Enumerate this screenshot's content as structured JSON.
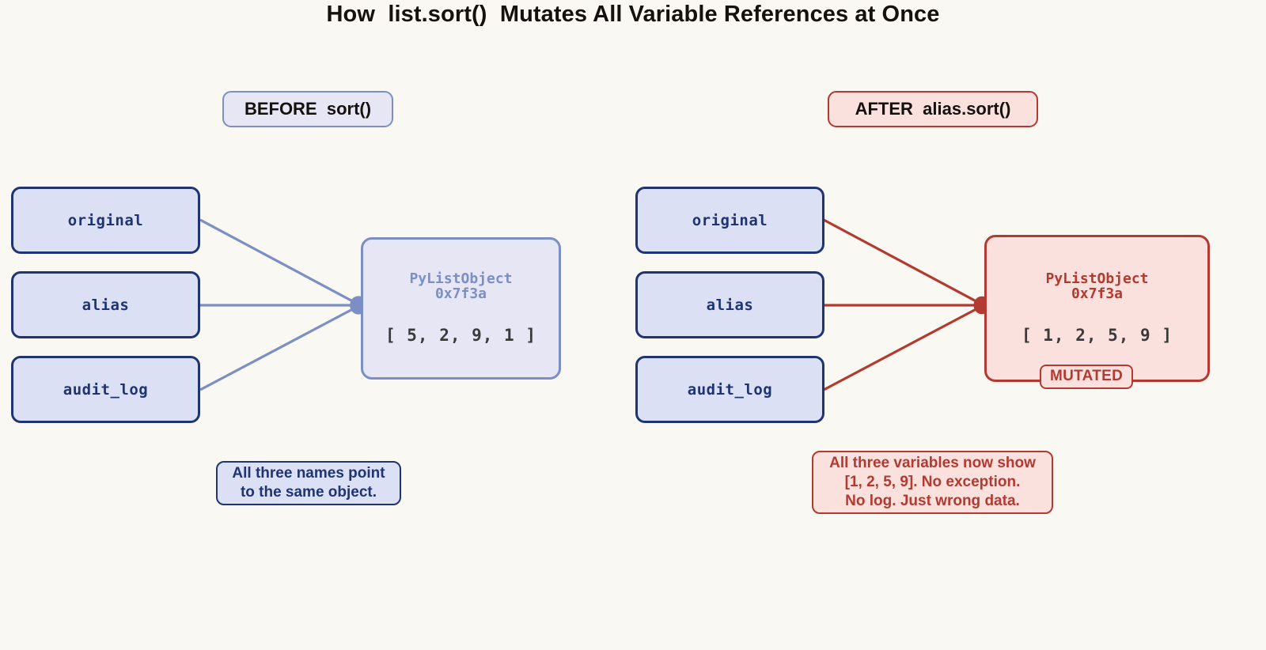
{
  "title": "How  list.sort()  Mutates All Variable References at Once",
  "colors": {
    "background": "#faf8f2",
    "var_fill": "#dce0f5",
    "var_border": "#1f3470",
    "before_fill": "#e6e6f4",
    "before_border": "#7b8fc4",
    "after_fill": "#fae1de",
    "after_border": "#b33a30",
    "value_text": "#3a3a3a"
  },
  "before": {
    "phase_label": "BEFORE  sort()",
    "variables": [
      {
        "name": "original"
      },
      {
        "name": "alias"
      },
      {
        "name": "audit_log"
      }
    ],
    "object": {
      "type": "PyListObject",
      "address": "0x7f3a",
      "title": "PyListObject\n0x7f3a",
      "values": "[ 5, 2, 9, 1 ]",
      "list": [
        5,
        2,
        9,
        1
      ]
    },
    "caption": "All three names point\nto the same object."
  },
  "after": {
    "phase_label": "AFTER  alias.sort()",
    "variables": [
      {
        "name": "original"
      },
      {
        "name": "alias"
      },
      {
        "name": "audit_log"
      }
    ],
    "object": {
      "type": "PyListObject",
      "address": "0x7f3a",
      "title": "PyListObject\n0x7f3a",
      "values": "[ 1, 2, 5, 9 ]",
      "list": [
        1,
        2,
        5,
        9
      ],
      "badge": "MUTATED"
    },
    "caption": "All three variables now show\n[1, 2, 5, 9]. No exception.\nNo log. Just wrong data."
  }
}
